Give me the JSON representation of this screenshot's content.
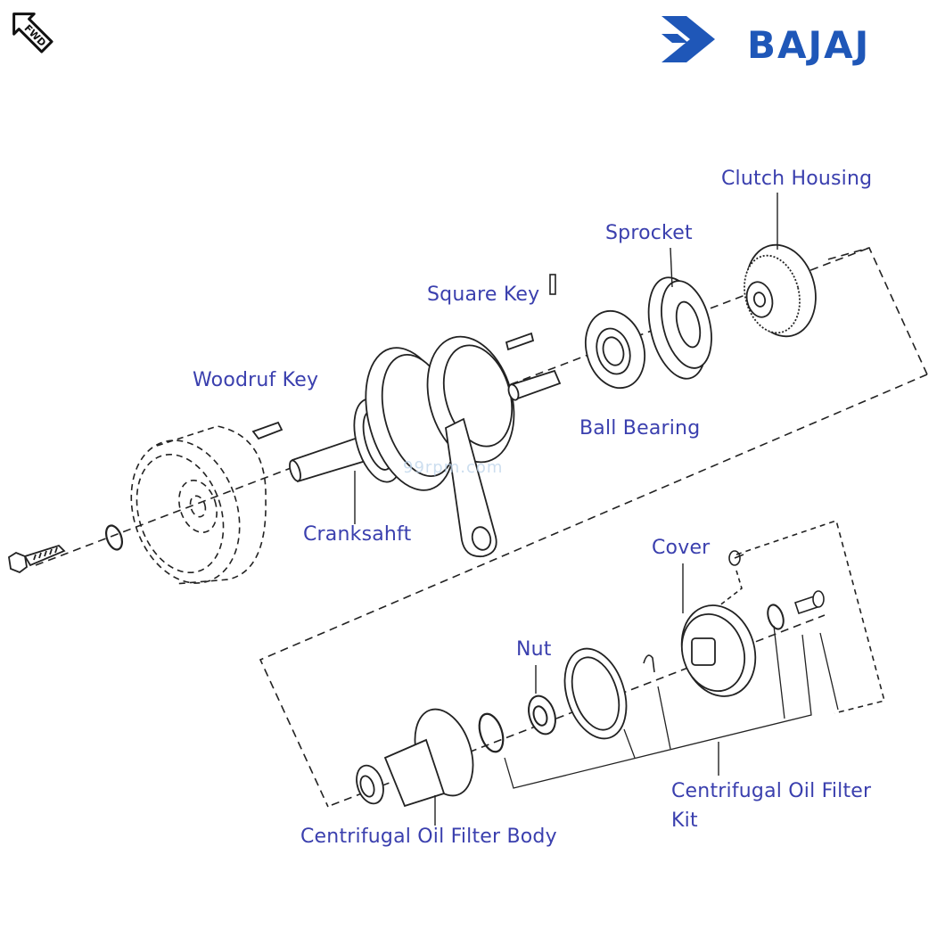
{
  "header": {
    "direction_badge": "FWD",
    "brand": "BAJAJ",
    "brand_color": "#1f57b8",
    "label_color": "#3a3fae"
  },
  "watermark": "99rpm.com",
  "labels": {
    "clutch_housing": "Clutch Housing",
    "sprocket": "Sprocket",
    "square_key": "Square Key",
    "woodruf_key": "Woodruf Key",
    "ball_bearing": "Ball Bearing",
    "cranksahft": "Cranksahft",
    "cover": "Cover",
    "nut": "Nut",
    "centrifugal_oil_filter_kit_line1": "Centrifugal Oil Filter",
    "centrifugal_oil_filter_kit_line2": "Kit",
    "centrifugal_oil_filter_body": "Centrifugal Oil Filter Body"
  }
}
